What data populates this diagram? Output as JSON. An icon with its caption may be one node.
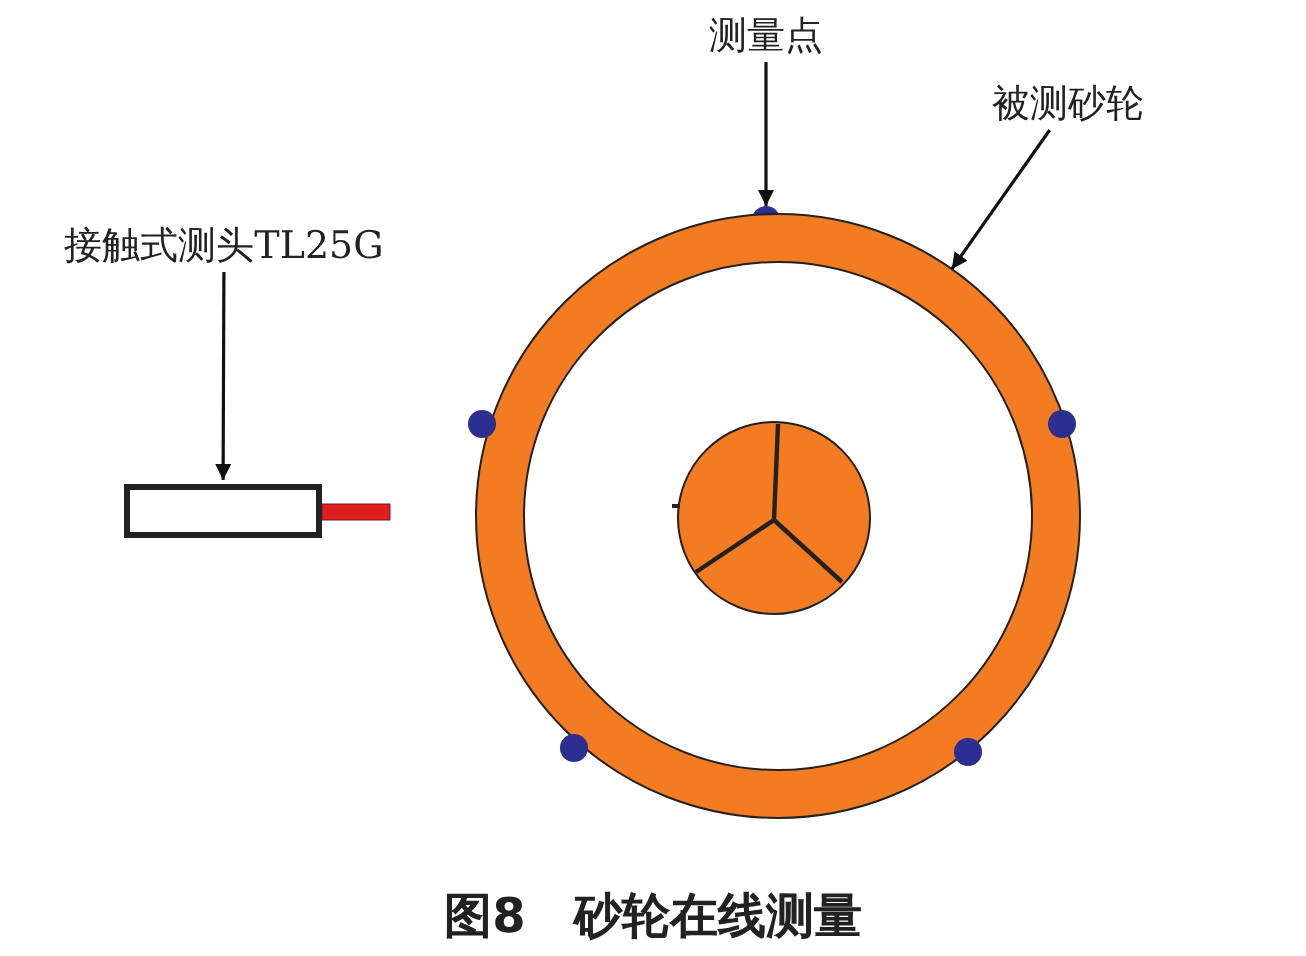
{
  "diagram": {
    "caption": "图8　砂轮在线测量",
    "nodes": [
      {
        "text": [
          "测量点"
        ]
      },
      {
        "text": [
          "被测砂轮"
        ]
      },
      {
        "text": [
          "接触式测头TL25G"
        ]
      },
      {
        "text": [],
        "shape": "circle"
      },
      {
        "text": [],
        "shape": "circle"
      },
      {
        "text": [],
        "shape": "box"
      }
    ],
    "edges": [
      {
        "from": 0,
        "to": 3,
        "arrow": "to"
      },
      {
        "from": 1,
        "to": 4,
        "arrow": "to"
      },
      {
        "from": 2,
        "to": 5,
        "arrow": "to"
      }
    ]
  }
}
